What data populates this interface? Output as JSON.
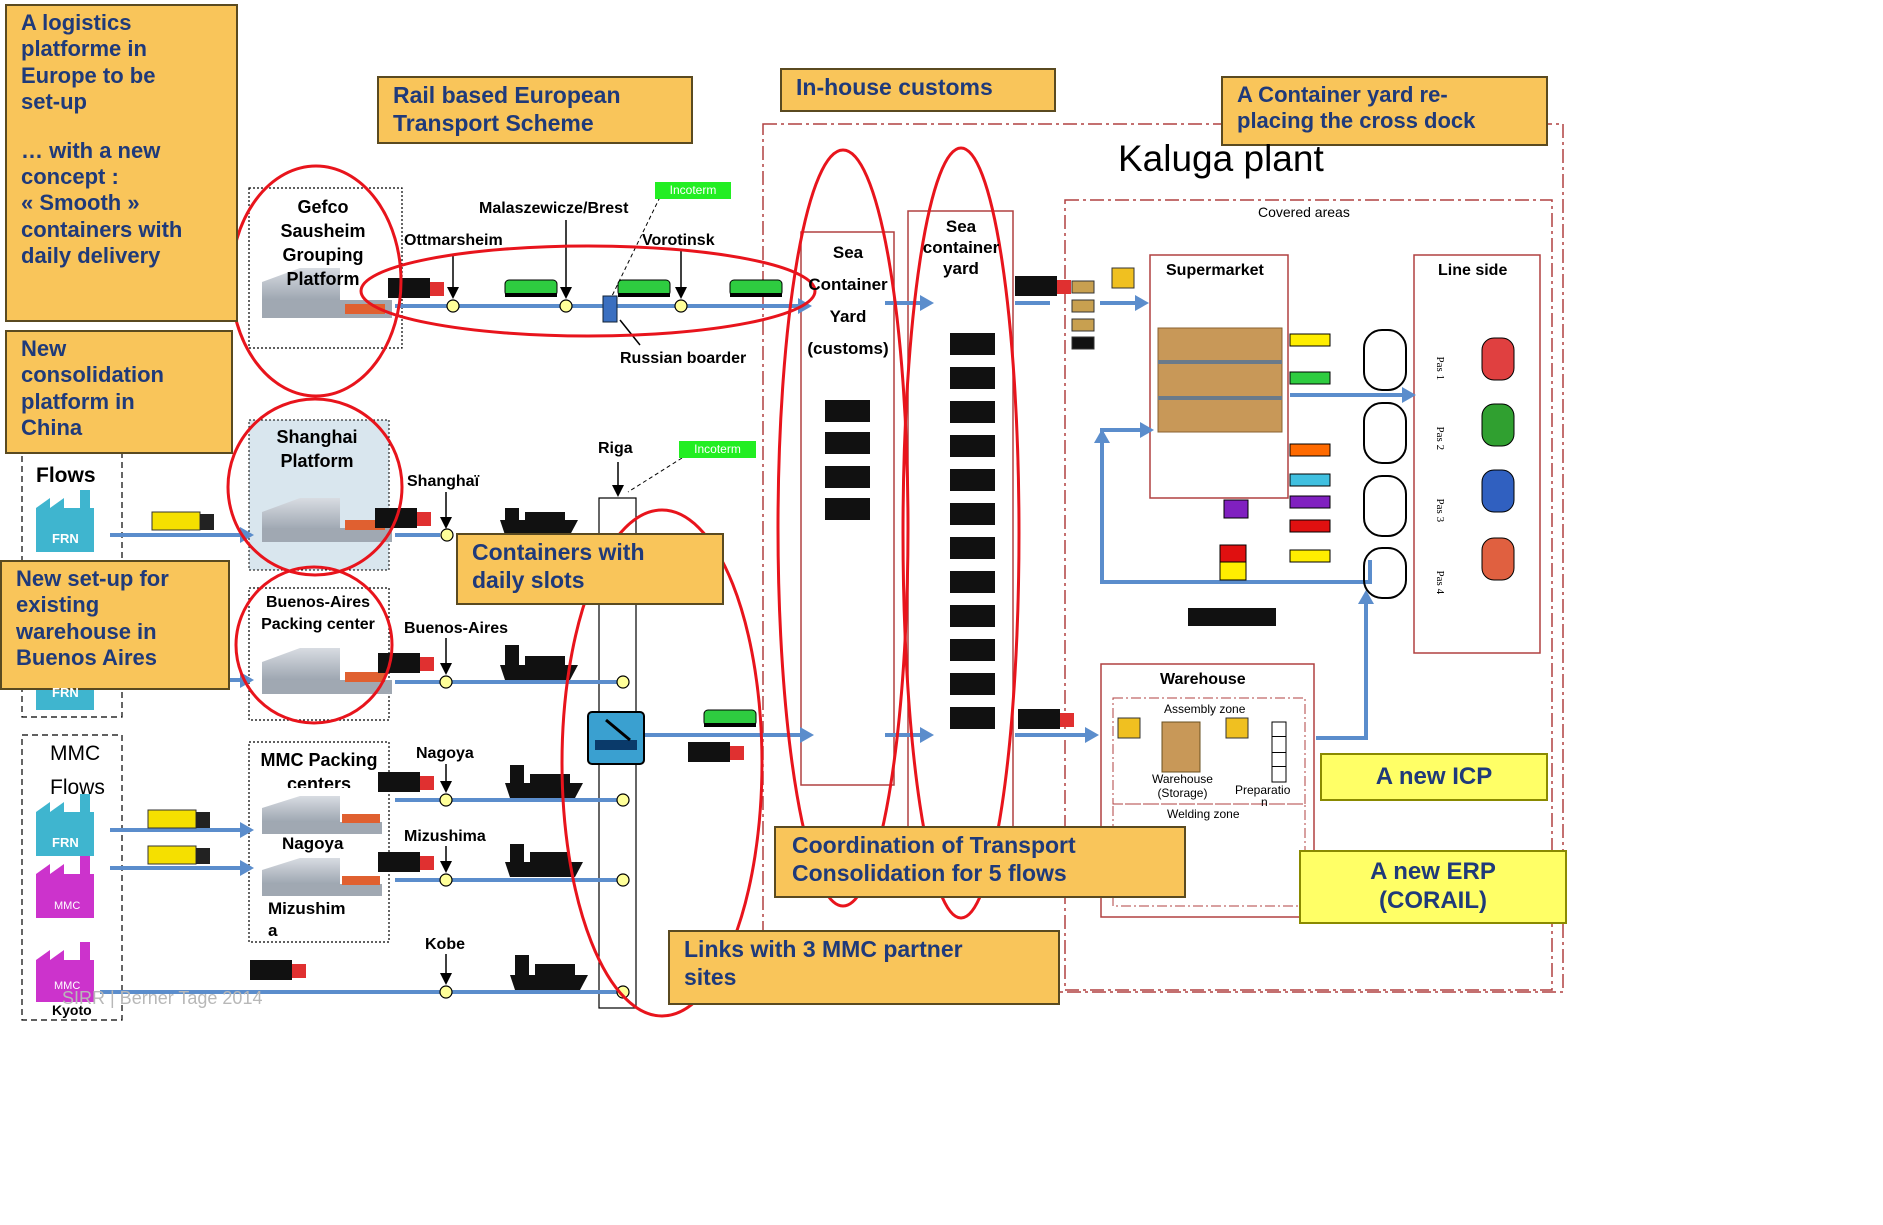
{
  "callouts": {
    "logistics": [
      "A logistics",
      "platforme in",
      "Europe to be",
      "set-up",
      "",
      "… with a new",
      "concept :",
      "« Smooth »",
      "containers with",
      "daily delivery"
    ],
    "china": [
      "New",
      "consolidation",
      "platform in",
      "China"
    ],
    "buenos": [
      "New set-up for",
      "existing",
      "warehouse in",
      "Buenos Aires"
    ],
    "rail": [
      "Rail based European",
      "Transport Scheme"
    ],
    "customs": "In-house customs",
    "yard": [
      "A Container yard re-",
      "placing  the cross dock"
    ],
    "slots": [
      "Containers with",
      "daily slots"
    ],
    "coordination": [
      "Coordination of Transport",
      "Consolidation for 5 flows"
    ],
    "links": [
      "Links with 3 MMC partner",
      "sites"
    ]
  },
  "yellow_boxes": {
    "icp": "A new ICP",
    "erp": [
      "A new ERP",
      "(CORAIL)"
    ]
  },
  "plant": {
    "title": "Kaluga plant",
    "covered": "Covered areas",
    "supermarket": "Supermarket",
    "line_side": "Line side",
    "warehouse": "Warehouse",
    "assembly": "Assembly zone",
    "warehouse_storage": [
      "Warehouse",
      "(Storage)"
    ],
    "preparation": [
      "Preparatio",
      "n"
    ],
    "welding": "Welding zone",
    "pas": [
      "Pas 1",
      "Pas 2",
      "Pas 3",
      "Pas 4"
    ]
  },
  "yards": {
    "sea_customs": [
      "Sea",
      "Container",
      "Yard",
      "(customs)"
    ],
    "sea_container": [
      "Sea",
      "container",
      "yard"
    ]
  },
  "platforms": {
    "gefco": [
      "Gefco",
      "Sausheim",
      "Grouping",
      "Platform"
    ],
    "shanghai": [
      "Shanghai",
      "Platform"
    ],
    "buenos": [
      "Buenos-Aires",
      "Packing center"
    ],
    "mmc": [
      "MMC Packing",
      "centers"
    ],
    "nagoya": "Nagoya",
    "mizushima": [
      "Mizushim",
      "a"
    ]
  },
  "places": {
    "ottmarsheim": "Ottmarsheim",
    "malaszewicze": "Malaszewicze/Brest",
    "vorotinsk": "Vorotinsk",
    "russian_border": "Russian boarder",
    "riga": "Riga",
    "shanghai": "Shanghaï",
    "buenos": "Buenos-Aires",
    "nagoya": "Nagoya",
    "mizushima": "Mizushima",
    "kobe": "Kobe"
  },
  "incoterm": "Incoterm",
  "flows": {
    "flows": "Flows",
    "mmc": "MMC",
    "mmc_flows": "Flows",
    "frn": "FRN",
    "mmc_factory": "MMC",
    "kyoto": "Kyoto"
  },
  "footer": "SIRR | Berner Tage 2014",
  "colors": {
    "callout": "#F9C55A",
    "yellow_box": "#FFFF66",
    "ellipse": "#E8141C",
    "arrow": "#5B8DCC",
    "plant_border": "#B04040",
    "green_tag": "#22EE22"
  }
}
